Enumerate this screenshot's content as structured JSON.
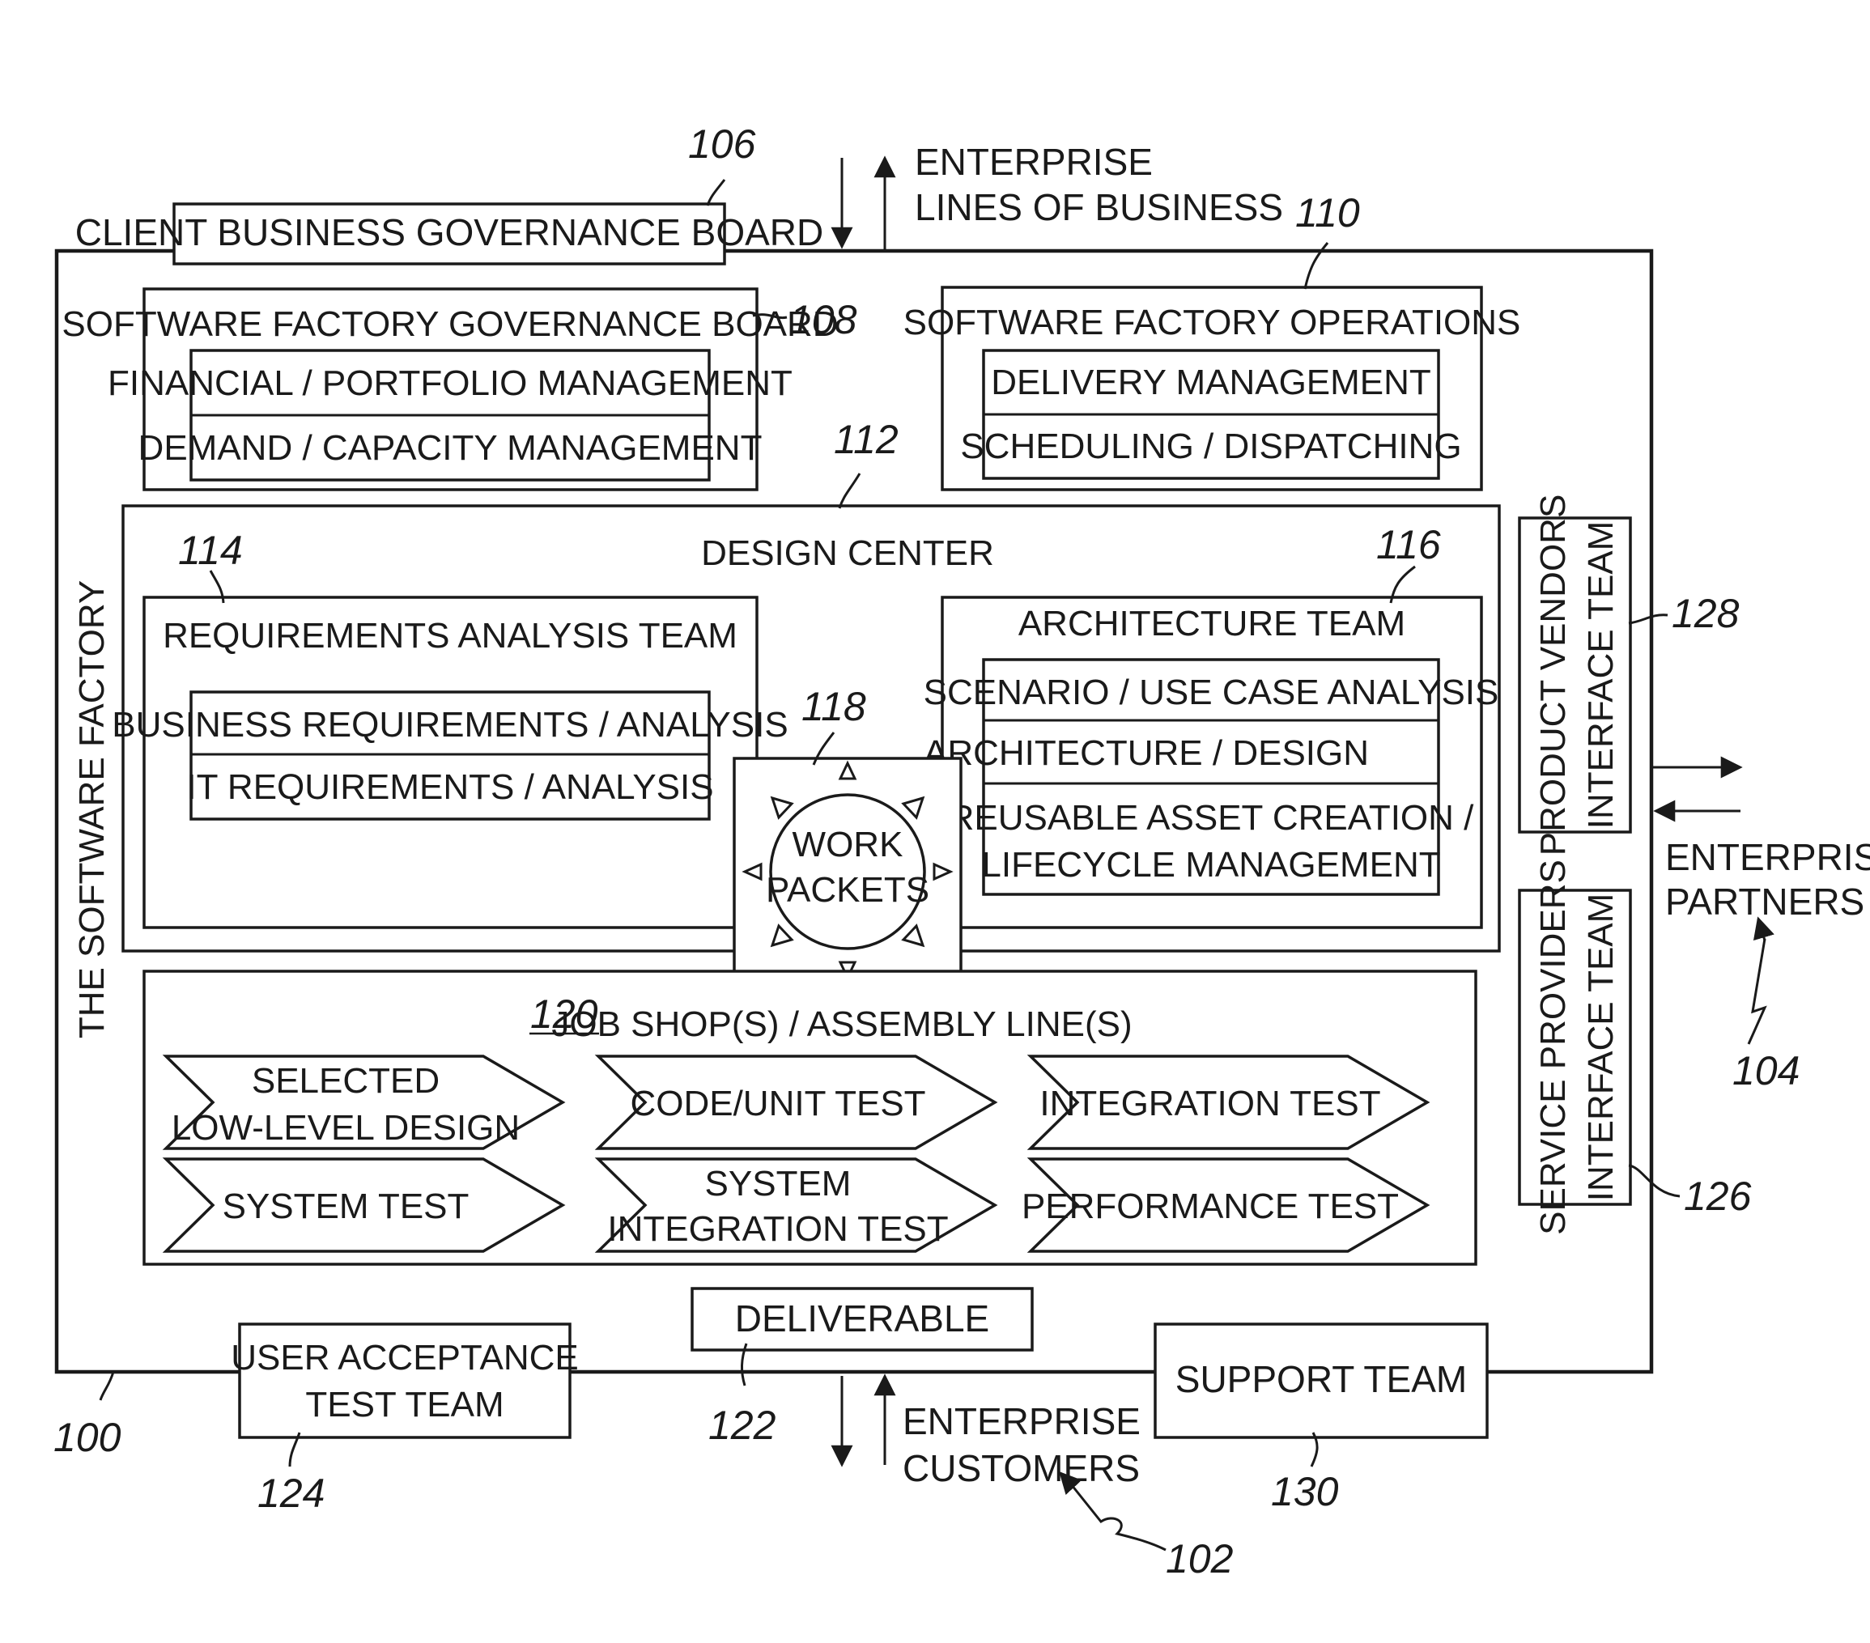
{
  "labels": {
    "client_board": "CLIENT BUSINESS GOVERNANCE BOARD",
    "enterprise_lob": [
      "ENTERPRISE",
      "LINES OF BUSINESS"
    ],
    "sf_governance": {
      "title": "SOFTWARE FACTORY GOVERNANCE BOARD",
      "rows": [
        "FINANCIAL / PORTFOLIO MANAGEMENT",
        "DEMAND / CAPACITY MANAGEMENT"
      ]
    },
    "sf_operations": {
      "title": "SOFTWARE FACTORY OPERATIONS",
      "rows": [
        "DELIVERY MANAGEMENT",
        "SCHEDULING / DISPATCHING"
      ]
    },
    "design_center": "DESIGN CENTER",
    "requirements": {
      "title": "REQUIREMENTS ANALYSIS TEAM",
      "rows": [
        "BUSINESS REQUIREMENTS / ANALYSIS",
        "IT REQUIREMENTS / ANALYSIS"
      ]
    },
    "architecture": {
      "title": "ARCHITECTURE TEAM",
      "rows": [
        "SCENARIO / USE CASE ANALYSIS",
        "ARCHITECTURE / DESIGN"
      ],
      "row3": [
        "REUSABLE ASSET CREATION /",
        "LIFECYCLE MANAGEMENT"
      ]
    },
    "work_packets": [
      "WORK",
      "PACKETS"
    ],
    "software_factory": "THE SOFTWARE FACTORY",
    "job_shop": "JOB SHOP(S) / ASSEMBLY LINE(S)",
    "stages": {
      "s1": [
        "SELECTED",
        "LOW-LEVEL DESIGN"
      ],
      "s2": "CODE/UNIT TEST",
      "s3": "INTEGRATION TEST",
      "s4": "SYSTEM TEST",
      "s5": [
        "SYSTEM",
        "INTEGRATION TEST"
      ],
      "s6": "PERFORMANCE TEST"
    },
    "product_vendors": [
      "PRODUCT VENDORS",
      "INTERFACE TEAM"
    ],
    "service_providers": [
      "SERVICE PROVIDERS",
      "INTERFACE TEAM"
    ],
    "enterprise_partners": [
      "ENTERPRISE",
      "PARTNERS"
    ],
    "deliverable": "DELIVERABLE",
    "uat": [
      "USER ACCEPTANCE",
      "TEST TEAM"
    ],
    "support": "SUPPORT TEAM",
    "enterprise_customers": [
      "ENTERPRISE",
      "CUSTOMERS"
    ]
  },
  "refs": {
    "r100": "100",
    "r102": "102",
    "r104": "104",
    "r106": "106",
    "r108": "108",
    "r110": "110",
    "r112": "112",
    "r114": "114",
    "r116": "116",
    "r118": "118",
    "r120": "120",
    "r122": "122",
    "r124": "124",
    "r126": "126",
    "r128": "128",
    "r130": "130"
  }
}
